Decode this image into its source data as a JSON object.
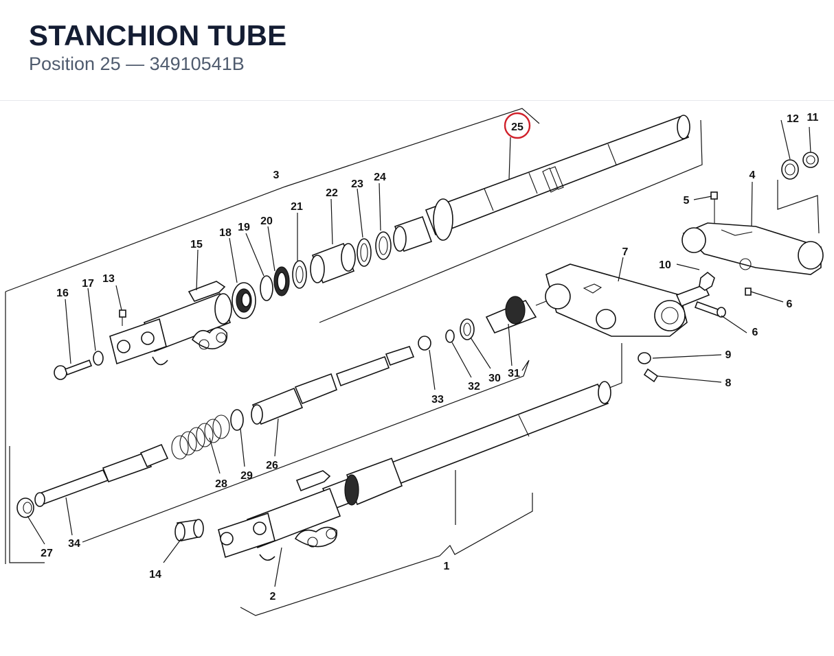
{
  "header": {
    "title": "STANCHION TUBE",
    "subtitle": "Position 25 — 34910541B"
  },
  "highlight": {
    "callout": "25",
    "color": "#d0202a"
  },
  "callouts": {
    "c1": "1",
    "c2": "2",
    "c3": "3",
    "c4": "4",
    "c5": "5",
    "c6a": "6",
    "c6b": "6",
    "c7": "7",
    "c8": "8",
    "c9": "9",
    "c10": "10",
    "c11": "11",
    "c12": "12",
    "c13": "13",
    "c14": "14",
    "c15": "15",
    "c16": "16",
    "c17": "17",
    "c18": "18",
    "c19": "19",
    "c20": "20",
    "c21": "21",
    "c22": "22",
    "c23": "23",
    "c24": "24",
    "c26": "26",
    "c27": "27",
    "c28": "28",
    "c29": "29",
    "c30": "30",
    "c31": "31",
    "c32": "32",
    "c33": "33",
    "c34": "34"
  }
}
